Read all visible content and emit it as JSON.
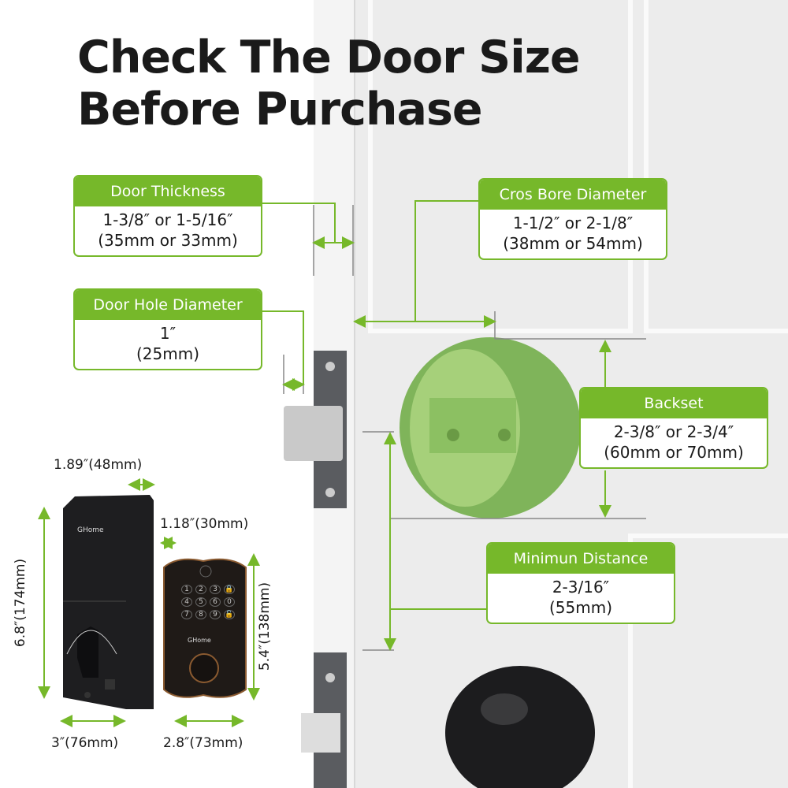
{
  "title": {
    "line1": "Check The Door Size",
    "line2": "Before Purchase"
  },
  "accent_color": "#76b82a",
  "callouts": {
    "door_thickness": {
      "label": "Door Thickness",
      "value1": "1-3/8″ or  1-5/16″",
      "value2": "(35mm or 33mm)"
    },
    "door_hole": {
      "label": "Door Hole Diameter",
      "value1": "1″",
      "value2": "(25mm)"
    },
    "cross_bore": {
      "label": "Cros Bore Diameter",
      "value1": "1-1/2″ or 2-1/8″",
      "value2": "(38mm or 54mm)"
    },
    "backset": {
      "label": "Backset",
      "value1": "2-3/8″ or 2-3/4″",
      "value2": "(60mm or 70mm)"
    },
    "min_distance": {
      "label": "Minimun Distance",
      "value1": "2-3/16″",
      "value2": "(55mm)"
    }
  },
  "lock_dims": {
    "interior_depth": "1.89″(48mm)",
    "interior_height": "6.8″(174mm)",
    "interior_width": "3″(76mm)",
    "exterior_depth": "1.18″(30mm)",
    "exterior_height": "5.4″(138mm)",
    "exterior_width": "2.8″(73mm)"
  },
  "brand": "GHome",
  "keypad": [
    "1",
    "2",
    "3",
    "4",
    "5",
    "6",
    "0",
    "7",
    "8",
    "9"
  ]
}
